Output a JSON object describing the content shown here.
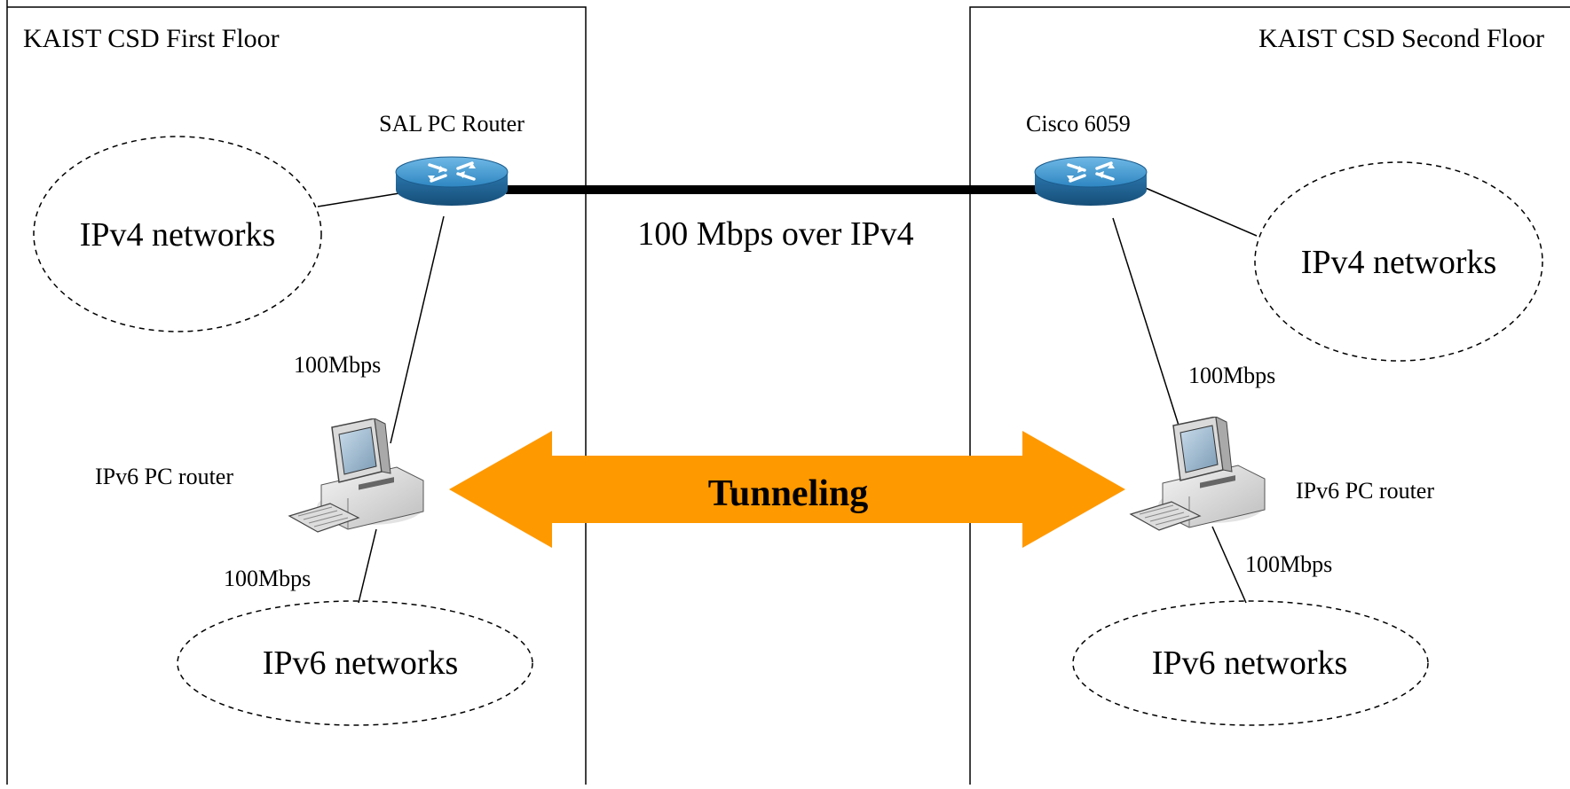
{
  "left": {
    "floor_label": "KAIST CSD First Floor",
    "router_label": "SAL PC Router",
    "ipv4_label": "IPv4 networks",
    "ipv6_label": "IPv6 networks",
    "pc_label": "IPv6 PC router",
    "speed_upper": "100Mbps",
    "speed_lower": "100Mbps"
  },
  "right": {
    "floor_label": "KAIST CSD Second Floor",
    "router_label": "Cisco 6059",
    "ipv4_label": "IPv4 networks",
    "ipv6_label": "IPv6 networks",
    "pc_label": "IPv6 PC router",
    "speed_upper": "100Mbps",
    "speed_lower": "100Mbps"
  },
  "center": {
    "backbone_label": "100 Mbps over IPv4",
    "tunnel_label": "Tunneling"
  },
  "colors": {
    "tunnel_arrow": "#FF9900",
    "router_top": "#3F93C8",
    "router_body": "#1F5F8E"
  }
}
